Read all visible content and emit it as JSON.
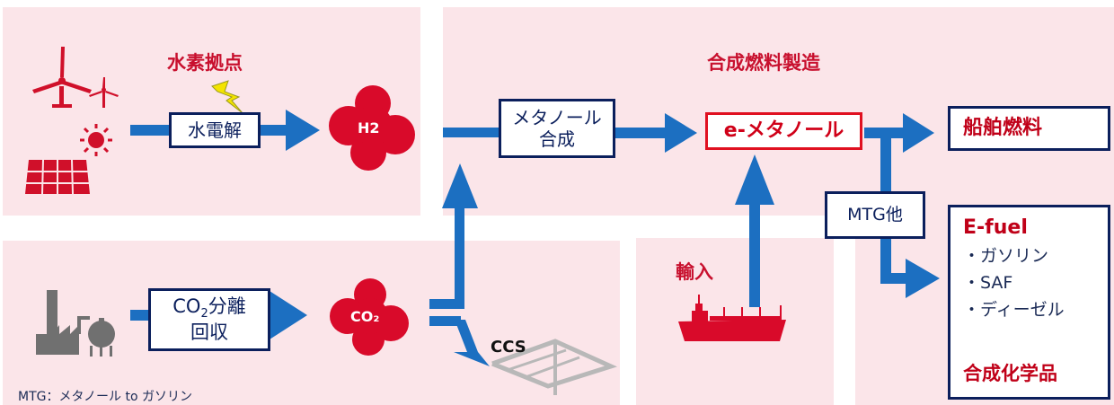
{
  "hydrogen_hub": {
    "title": "水素拠点",
    "electrolysis": "水電解",
    "h2": "H2"
  },
  "co2_capture": {
    "box_line1_pre": "CO",
    "box_line1_sub": "2",
    "box_line1_post": "分離",
    "box_line2": "回収",
    "co2": "CO₂",
    "ccs": "CCS"
  },
  "synthesis": {
    "title": "合成燃料製造",
    "methanol_synthesis_line1": "メタノール",
    "methanol_synthesis_line2": "合成",
    "e_methanol": "e-メタノール",
    "marine_fuel": "船舶燃料",
    "mtg_other": "MTG他",
    "efuel": {
      "heading": "E-fuel",
      "items": [
        "・ガソリン",
        "・SAF",
        "・ディーゼル"
      ],
      "chemicals": "合成化学品"
    }
  },
  "import": {
    "label": "輸入"
  },
  "footnote": "MTG：メタノール to ガソリン",
  "colors": {
    "panel": "#fbe5e9",
    "arrow": "#1c6fc1",
    "accent_red": "#d00018",
    "box_border": "#0b1f5c",
    "icon_red": "#d0102a",
    "icon_gray": "#707070"
  }
}
